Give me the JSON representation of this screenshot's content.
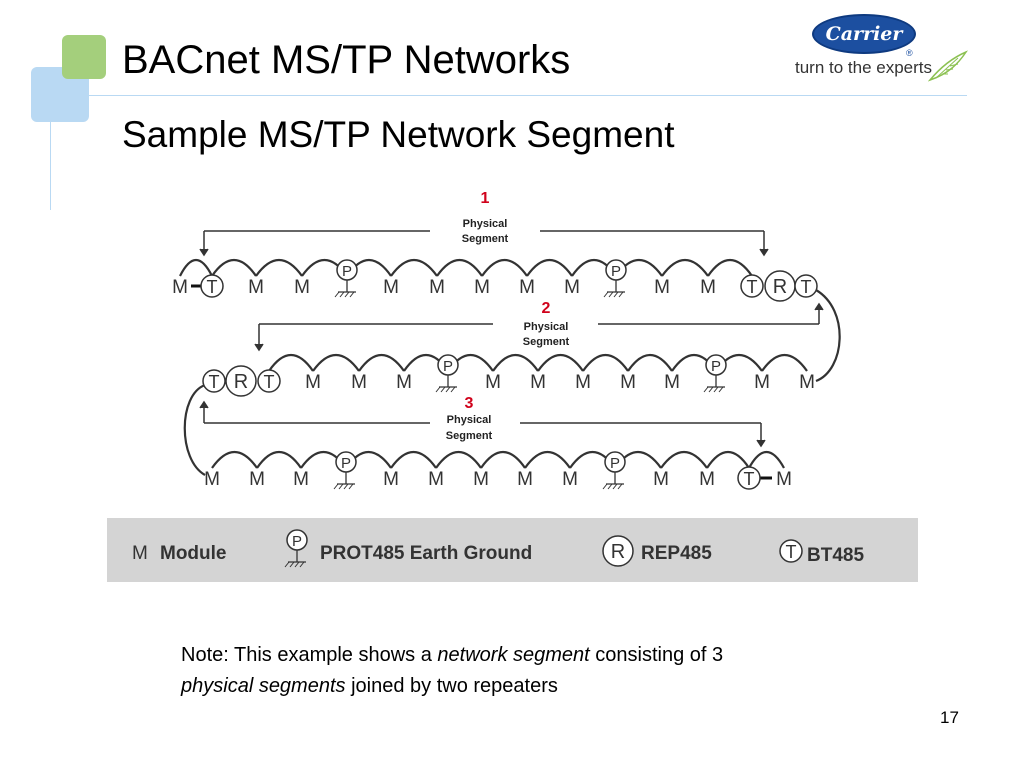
{
  "slide": {
    "title": "BACnet MS/TP Networks",
    "subtitle": "Sample MS/TP Network Segment",
    "page_number": "17"
  },
  "logo": {
    "brand": "Carrier",
    "registered": "®",
    "tagline": "turn to the experts"
  },
  "diagram": {
    "segments": [
      {
        "number": "1",
        "label_line1": "Physical",
        "label_line2": "Segment"
      },
      {
        "number": "2",
        "label_line1": "Physical",
        "label_line2": "Segment"
      },
      {
        "number": "3",
        "label_line1": "Physical",
        "label_line2": "Segment"
      }
    ],
    "row1_devices": [
      "M",
      "T",
      "M",
      "M",
      "P",
      "M",
      "M",
      "M",
      "M",
      "M",
      "P",
      "M",
      "M",
      "T",
      "R",
      "T"
    ],
    "row2_devices": [
      "T",
      "R",
      "T",
      "M",
      "M",
      "M",
      "P",
      "M",
      "M",
      "M",
      "M",
      "M",
      "P",
      "M",
      "M"
    ],
    "row3_devices": [
      "M",
      "M",
      "M",
      "P",
      "M",
      "M",
      "M",
      "M",
      "M",
      "P",
      "M",
      "M",
      "T",
      "M"
    ],
    "legend": {
      "module_symbol": "M",
      "module_label": "Module",
      "ground_symbol": "P",
      "ground_label": "PROT485 Earth Ground",
      "repeater_symbol": "R",
      "repeater_label": "REP485",
      "terminator_symbol": "T",
      "terminator_label": "BT485"
    },
    "colors": {
      "segment_number": "#d0021b",
      "legend_band": "#d4d4d4",
      "line": "#333333"
    }
  },
  "note": {
    "part1": "Note: This example shows a ",
    "em1": "network segment",
    "part2": " consisting of 3",
    "em2": "physical segments",
    "part3": " joined by two repeaters"
  }
}
